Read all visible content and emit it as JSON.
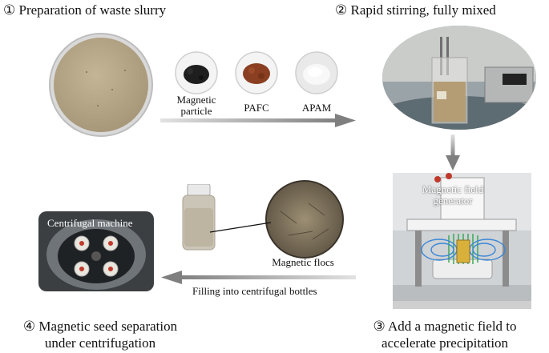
{
  "steps": {
    "step1": "① Preparation of waste slurry",
    "step2": "② Rapid stirring, fully mixed",
    "step3_line1": "③ Add a magnetic field to",
    "step3_line2": "accelerate precipitation",
    "step4_line1": "④ Magnetic seed separation",
    "step4_line2": "under centrifugation"
  },
  "reagents": {
    "magnetic_line1": "Magnetic",
    "magnetic_line2": "particle",
    "pafc": "PAFC",
    "apam": "APAM"
  },
  "labels": {
    "magnetic_field_line1": "Magnetic field",
    "magnetic_field_line2": "generator",
    "centrifugal_machine": "Centrifugal machine",
    "magnetic_flocs": "Magnetic flocs",
    "filling": "Filling into centrifugal bottles"
  },
  "colors": {
    "arrow": "#8a8a8a",
    "slurry": "#b9a98a",
    "magnetic_powder": "#1e1e1e",
    "pafc_powder": "#8a3f22",
    "apam_powder": "#f2f2f2"
  }
}
